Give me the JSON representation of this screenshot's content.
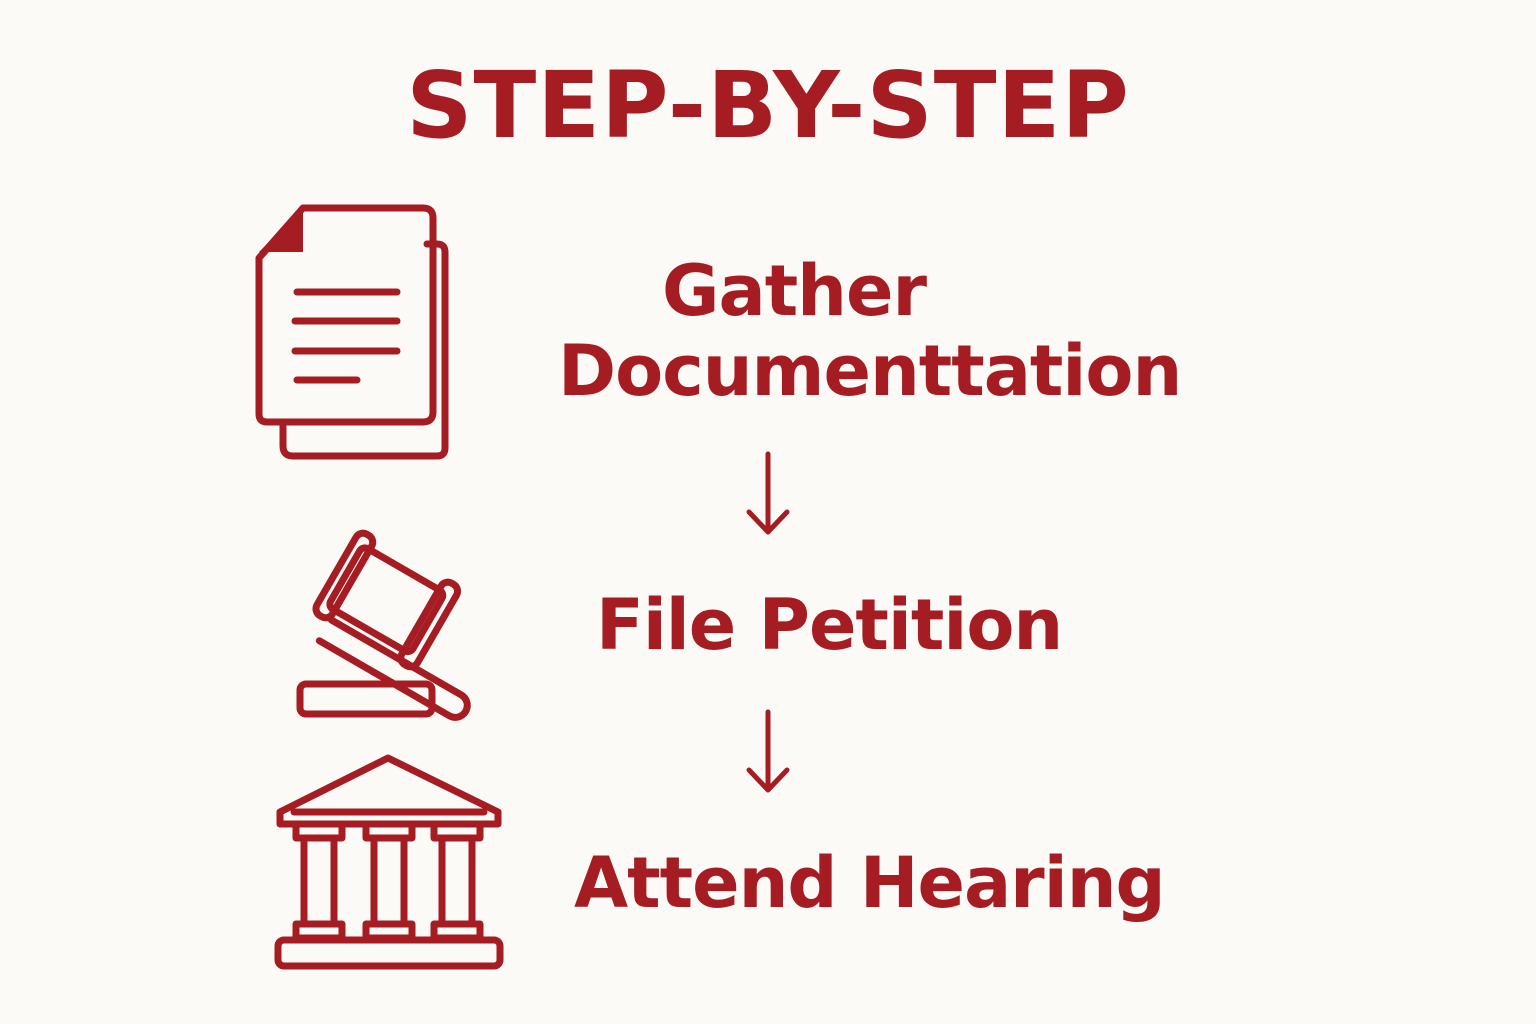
{
  "title": "STEP-BY-STEP",
  "steps": [
    {
      "label_line1": "Gather",
      "label_line2": "Documenttation",
      "icon": "documents-icon"
    },
    {
      "label": "File Petition",
      "icon": "gavel-icon"
    },
    {
      "label": "Attend Hearing",
      "icon": "courthouse-icon"
    }
  ],
  "colors": {
    "accent": "#a51d23",
    "background": "#fcfaf6"
  }
}
